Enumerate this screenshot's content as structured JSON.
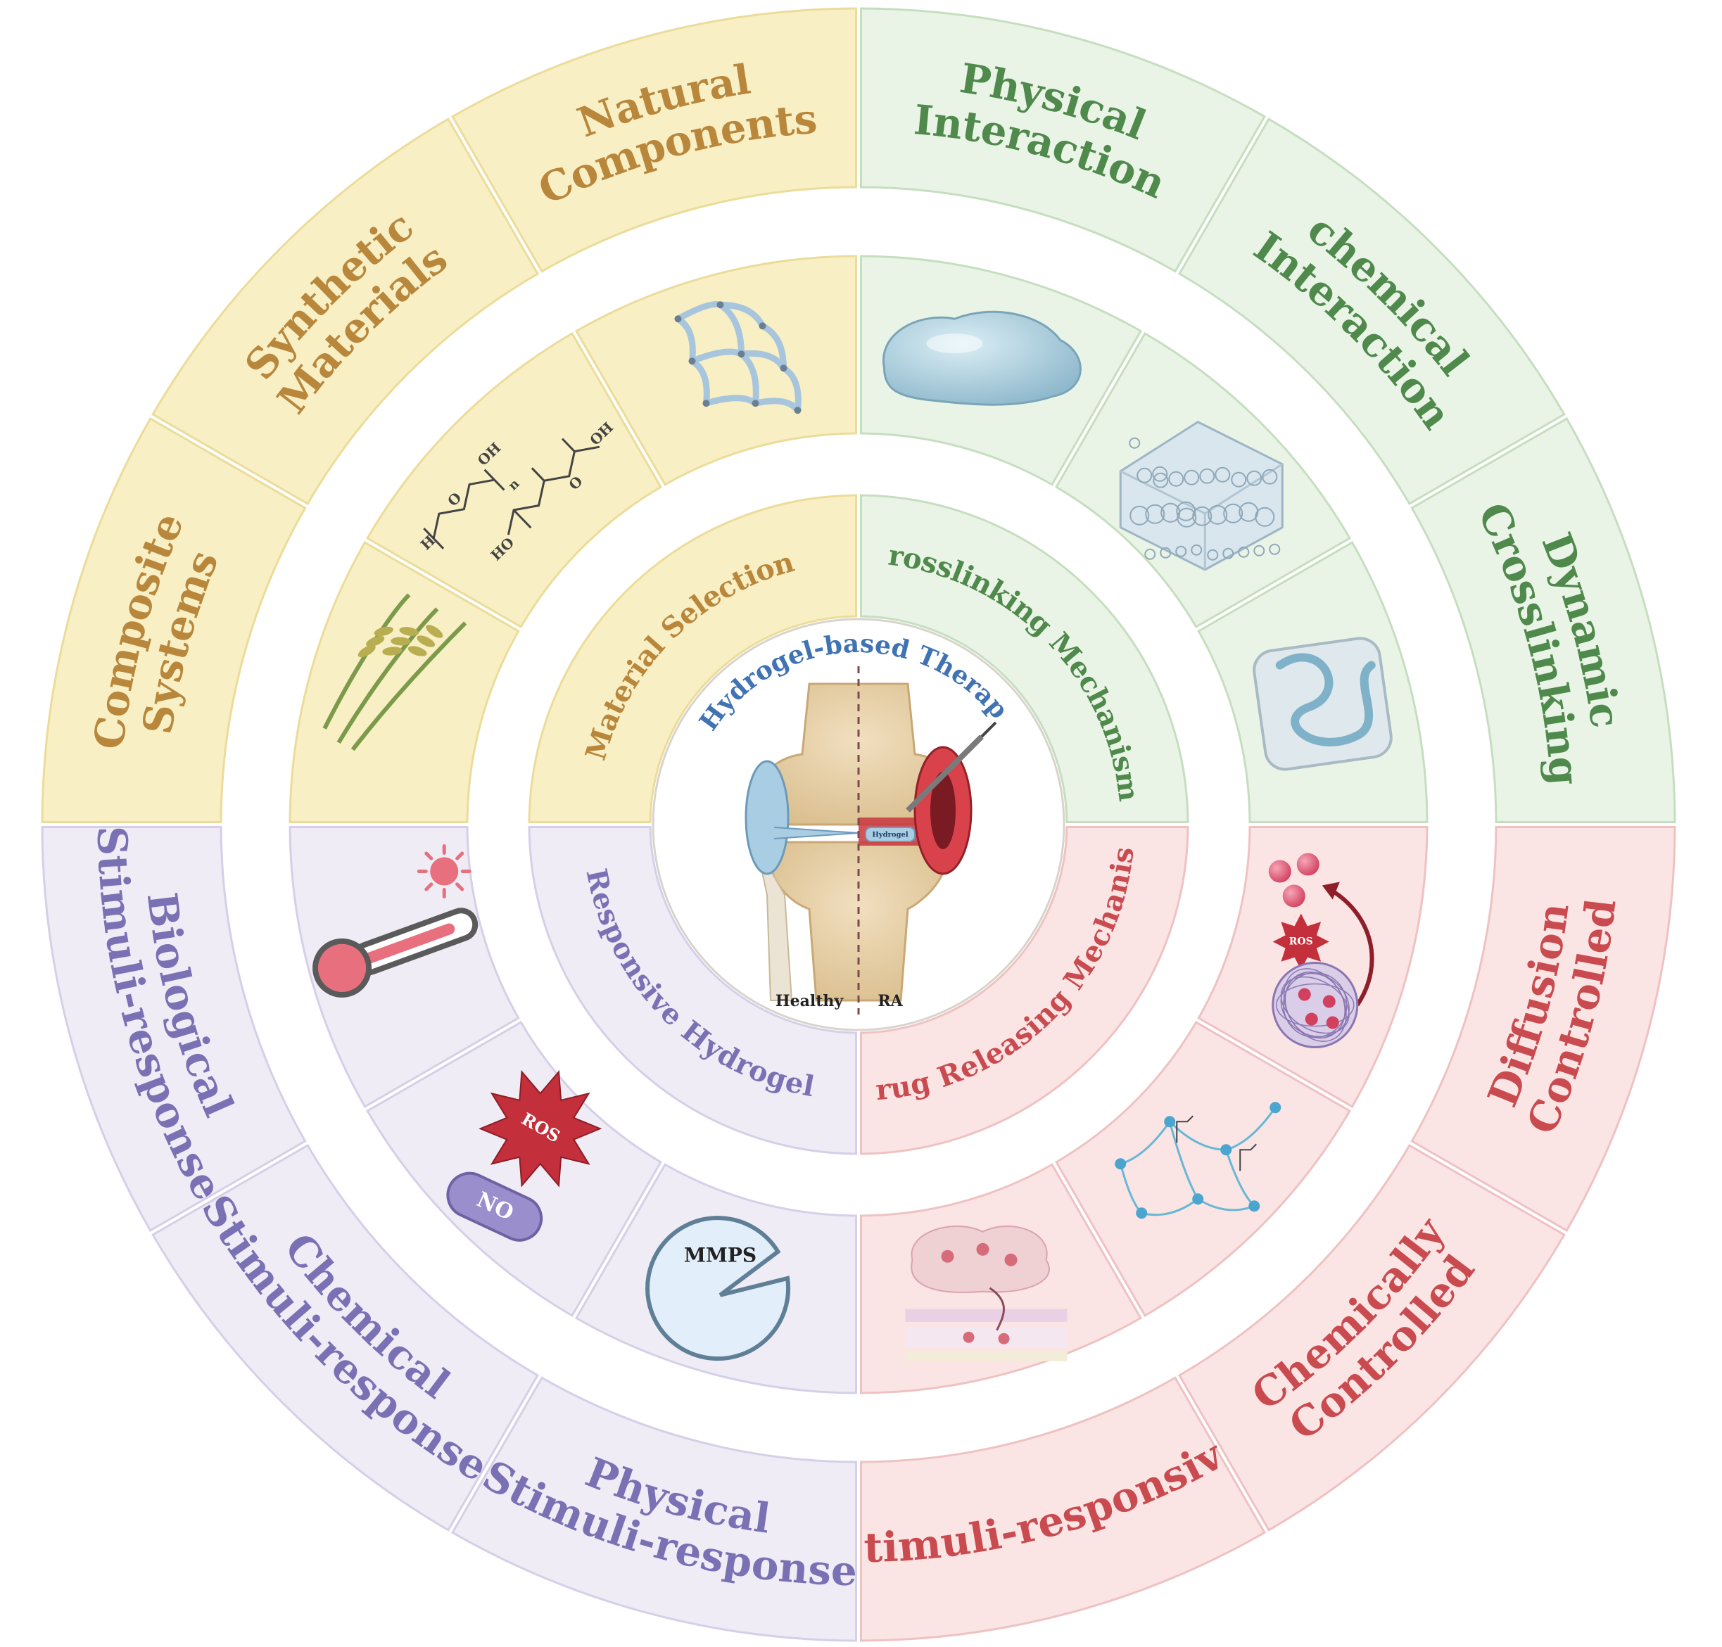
{
  "center": {
    "title": "Hydrogel-based Therapy",
    "label_left": "Healthy",
    "label_right": "RA",
    "injection_tag": "Hydrogel"
  },
  "quadrants": [
    {
      "id": "material",
      "title": "Material Selection",
      "colors": {
        "fill": "#f8efc4",
        "stroke": "#ecdc9a",
        "text": "#b8873c"
      },
      "items": [
        {
          "label": [
            "Composite",
            "Systems"
          ],
          "icon": "polymer-network-icon"
        },
        {
          "label": [
            "Synthetic",
            "Materials"
          ],
          "icon": "chemical-structure-icon"
        },
        {
          "label": [
            "Natural",
            "Components"
          ],
          "icon": "seaweed-icon"
        }
      ]
    },
    {
      "id": "crosslink",
      "title": "Crosslinking Mechanisms",
      "colors": {
        "fill": "#eaf4e6",
        "stroke": "#c6dec0",
        "text": "#4f8a4c"
      },
      "items": [
        {
          "label": [
            "Physical",
            "Interaction"
          ],
          "icon": "hydrogel-blob-icon"
        },
        {
          "label": [
            "chemical",
            "Interaction"
          ],
          "icon": "porous-cube-icon"
        },
        {
          "label": [
            "Dynamic",
            "Crosslinking"
          ],
          "icon": "gel-cube-icon"
        }
      ]
    },
    {
      "id": "release",
      "title": "Drug Releasing Mechanism",
      "colors": {
        "fill": "#fbe4e4",
        "stroke": "#efc2c2",
        "text": "#c94b4f"
      },
      "items": [
        {
          "label": [
            "Stimuli-responsive"
          ],
          "icon": "ros-release-icon"
        },
        {
          "label": [
            "Chemically",
            "Controlled"
          ],
          "icon": "crosslinked-network-icon"
        },
        {
          "label": [
            "Diffusion",
            "Controlled"
          ],
          "icon": "diffusion-membrane-icon"
        }
      ]
    },
    {
      "id": "responsive",
      "title": "Responsive Hydrogel",
      "colors": {
        "fill": "#efecf6",
        "stroke": "#d5cfe8",
        "text": "#7a71b4"
      },
      "items": [
        {
          "label": [
            "Biological",
            "Stimuli-response"
          ],
          "icon": "mmps-enzyme-icon"
        },
        {
          "label": [
            "Chemical",
            "Stimuli-response"
          ],
          "icon": "ros-no-icon"
        },
        {
          "label": [
            "Physical",
            "Stimuli-response"
          ],
          "icon": "thermometer-icon"
        }
      ]
    }
  ],
  "icon_text": {
    "ros": "ROS",
    "no": "NO",
    "mmps": "MMPS",
    "oh": "OH",
    "ho": "HO",
    "h": "H",
    "o": "O",
    "n": "n"
  }
}
